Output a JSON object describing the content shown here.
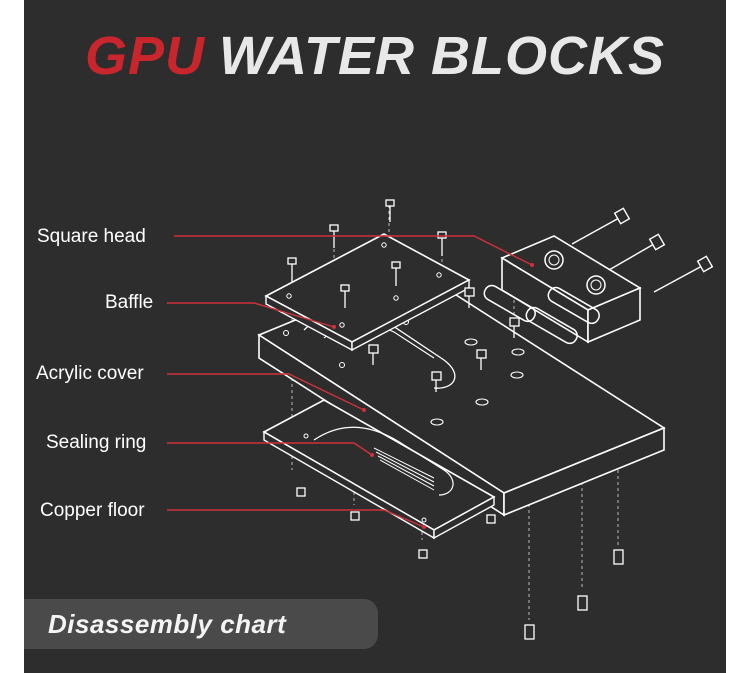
{
  "title": {
    "part1": "GPU",
    "part2": "WATER BLOCKS"
  },
  "labels": {
    "square_head": "Square head",
    "baffle": "Baffle",
    "acrylic_cover": "Acrylic cover",
    "sealing_ring": "Sealing ring",
    "copper_floor": "Copper floor"
  },
  "badge": "Disassembly chart",
  "colors": {
    "background": "#2d2d2d",
    "accent_red": "#c9252c",
    "leader_line": "#d0313a",
    "badge_bg": "#4a4a4a"
  }
}
